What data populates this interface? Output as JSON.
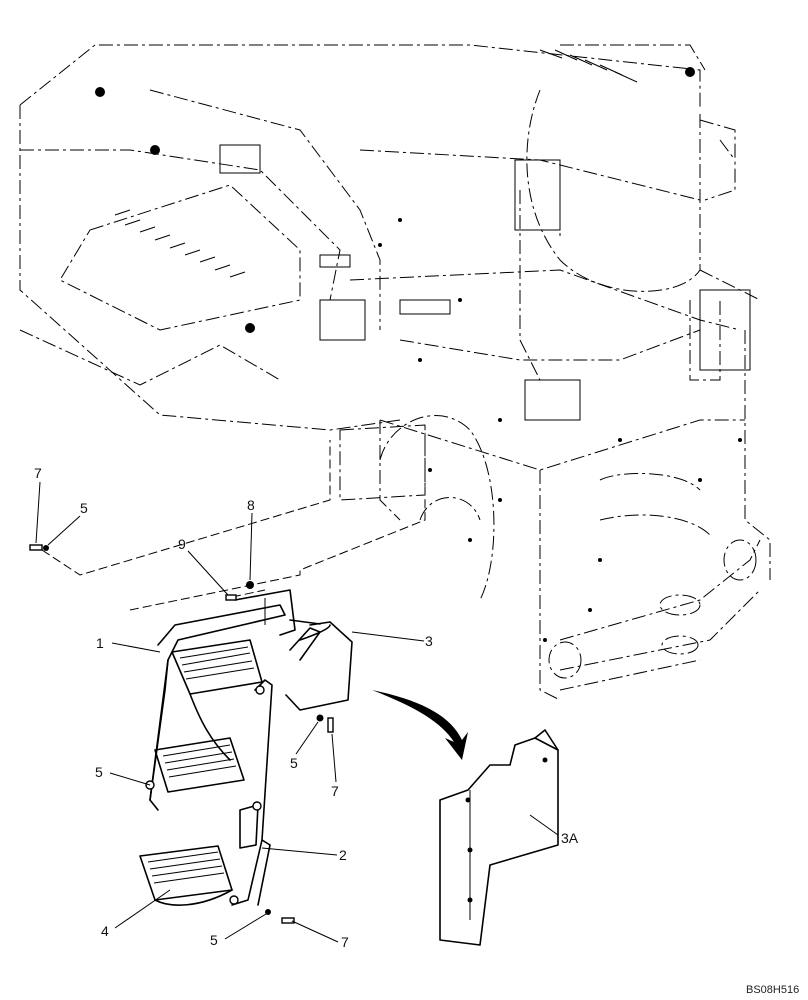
{
  "callouts": {
    "c1": "1",
    "c2": "2",
    "c3": "3",
    "c3a": "3A",
    "c4": "4",
    "c5a": "5",
    "c5b": "5",
    "c5c": "5",
    "c5d": "5",
    "c7a": "7",
    "c7b": "7",
    "c7c": "7",
    "c8": "8",
    "c9": "9"
  },
  "reference_code": "BS08H516"
}
